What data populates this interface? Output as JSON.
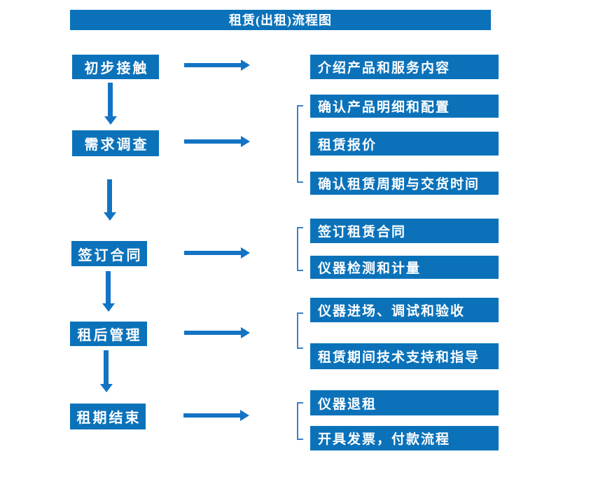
{
  "title": "租赁(出租)流程图",
  "colors": {
    "box_fill": "#0b72ba",
    "arrow": "#1373c4",
    "bracket": "#3f7ec4",
    "text": "#ffffff",
    "background": "#ffffff"
  },
  "flow": {
    "steps": [
      {
        "label": "初步接触",
        "details": [
          "介绍产品和服务内容"
        ]
      },
      {
        "label": "需求调查",
        "details": [
          "确认产品明细和配置",
          "租赁报价",
          "确认租赁周期与交货时间"
        ]
      },
      {
        "label": "签订合同",
        "details": [
          "签订租赁合同",
          "仪器检测和计量"
        ]
      },
      {
        "label": "租后管理",
        "details": [
          "仪器进场、调试和验收",
          "租赁期间技术支持和指导"
        ]
      },
      {
        "label": "租期结束",
        "details": [
          "仪器退租",
          "开具发票，付款流程"
        ]
      }
    ]
  }
}
